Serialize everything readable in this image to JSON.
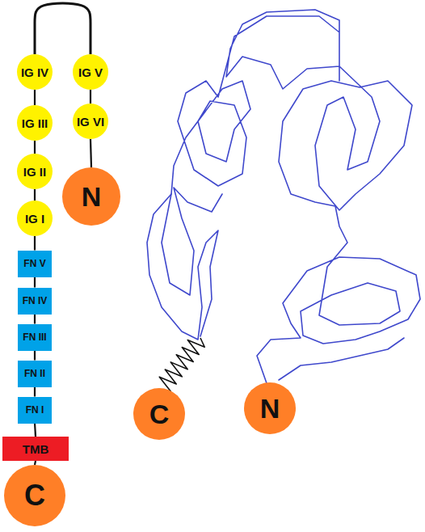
{
  "diagram": {
    "nodes": [
      {
        "text": [
          "IG IV"
        ]
      },
      {
        "text": [
          "IG V"
        ]
      },
      {
        "text": [
          "IG III"
        ]
      },
      {
        "text": [
          "IG VI"
        ]
      },
      {
        "text": [
          "IG II"
        ]
      },
      {
        "text": [
          "N"
        ]
      },
      {
        "text": [
          "IG I"
        ]
      },
      {
        "text": [
          "FN V"
        ]
      },
      {
        "text": [
          "FN IV"
        ]
      },
      {
        "text": [
          "FN III"
        ]
      },
      {
        "text": [
          "FN II"
        ]
      },
      {
        "text": [
          "FN I"
        ]
      },
      {
        "text": [
          "TMB"
        ]
      },
      {
        "text": [
          "C"
        ]
      },
      {
        "text": [
          "C"
        ]
      },
      {
        "text": [
          "N"
        ]
      }
    ],
    "edges": [
      {
        "from": 0,
        "to": 1,
        "arrow": "none"
      },
      {
        "from": 0,
        "to": 2,
        "arrow": "none"
      },
      {
        "from": 2,
        "to": 4,
        "arrow": "none"
      },
      {
        "from": 4,
        "to": 6,
        "arrow": "none"
      },
      {
        "from": 6,
        "to": 7,
        "arrow": "none"
      },
      {
        "from": 7,
        "to": 8,
        "arrow": "none"
      },
      {
        "from": 8,
        "to": 9,
        "arrow": "none"
      },
      {
        "from": 9,
        "to": 10,
        "arrow": "none"
      },
      {
        "from": 10,
        "to": 11,
        "arrow": "none"
      },
      {
        "from": 11,
        "to": 12,
        "arrow": "none"
      },
      {
        "from": 12,
        "to": 13,
        "arrow": "none"
      },
      {
        "from": 1,
        "to": 3,
        "arrow": "none"
      },
      {
        "from": 3,
        "to": 5,
        "arrow": "none"
      }
    ]
  }
}
